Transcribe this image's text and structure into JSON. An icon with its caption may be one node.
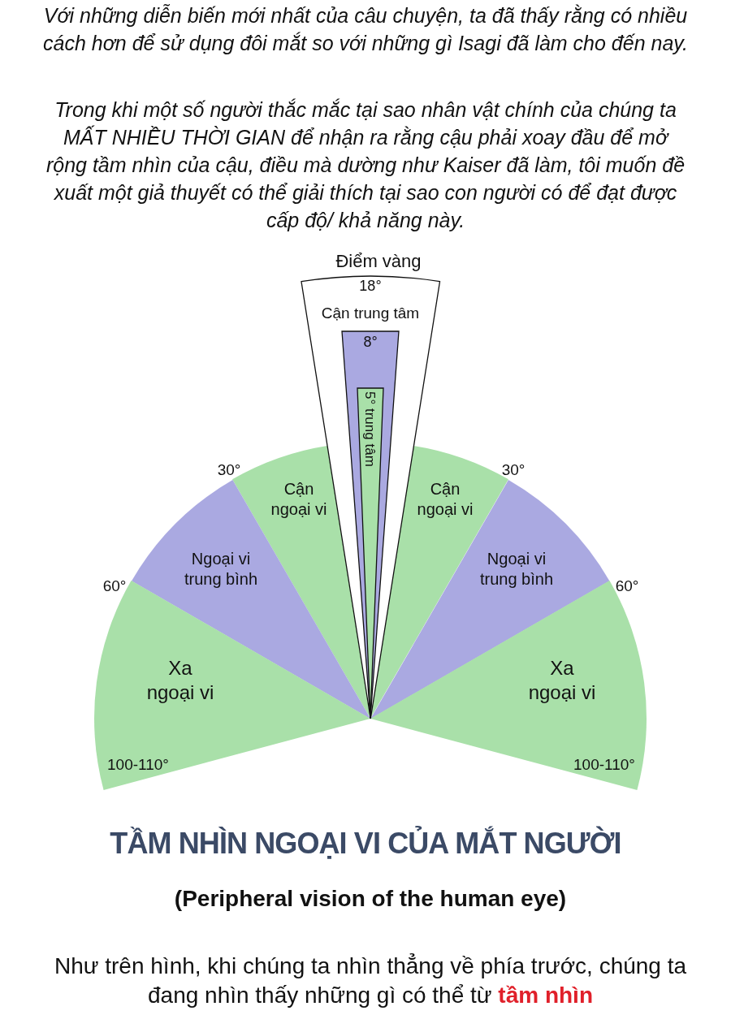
{
  "diagram": {
    "title": "TẦM NHÌN NGOẠI VI CỦA MẮT NGƯỜI",
    "nodes": [
      {
        "text": [
          "Điểm vàng",
          "18°",
          "Cận trung tâm"
        ]
      },
      {
        "text": [
          "8°"
        ],
        "in": 0
      },
      {
        "text": [
          "5° trung tâm"
        ],
        "in": 1
      },
      {
        "text": [
          "Cận ngoại vi"
        ]
      },
      {
        "text": [
          "Cận ngoại vi"
        ]
      },
      {
        "text": [
          "Ngoại vi trung bình"
        ]
      },
      {
        "text": [
          "Ngoại vi trung bình"
        ]
      },
      {
        "text": [
          "Xa ngoại vi"
        ]
      },
      {
        "text": [
          "Xa ngoại vi"
        ]
      }
    ],
    "edges": [],
    "labels": [
      "Với những diễn biến mới nhất của câu chuyện, ta đã thấy rằng có nhiều cách hơn để sử dụng đôi mắt so với những gì Isagi đã làm cho đến nay.",
      "Trong khi một số người thắc mắc tại sao nhân vật chính của chúng ta MẤT NHIỀU THỜI GIAN để nhận ra rằng cậu phải xoay đầu để mở rộng tầm nhìn của cậu, điều mà dường như Kaiser đã làm, tôi muốn đề xuất một giả thuyết có thể giải thích tại sao con người có để đạt được cấp độ/ khả năng này.",
      "30°",
      "30°",
      "60°",
      "60°",
      "100-110°",
      "100-110°",
      "(Peripheral vision of the human eye)",
      "Như trên hình, khi chúng ta nhìn thẳng về phía trước, chúng ta đang nhìn thấy những gì có thể từ **tầm nhìn**"
    ]
  }
}
